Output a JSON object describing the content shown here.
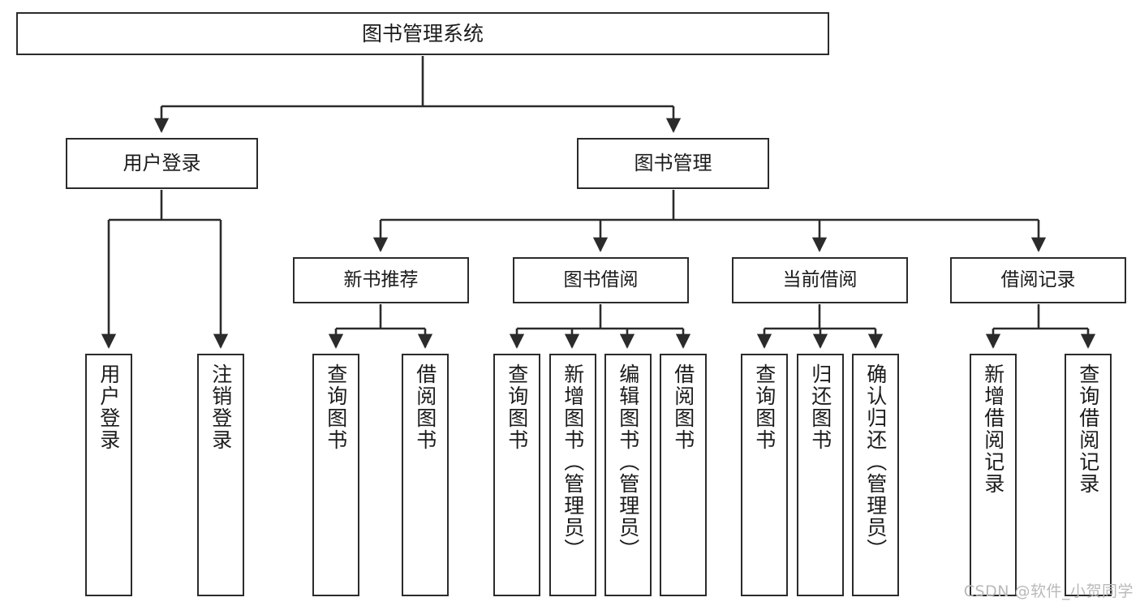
{
  "diagram": {
    "title": "图书管理系统",
    "type": "tree-hierarchy",
    "watermark": "CSDN @软件_小贺同学",
    "colors": {
      "background": "#ffffff",
      "box_border": "#2b2b2b",
      "box_fill": "#ffffff",
      "connector": "#2b2b2b",
      "text": "#1b1b1b",
      "watermark": "#b9b9b9"
    },
    "root": {
      "label": "图书管理系统"
    },
    "level2": [
      {
        "label": "用户登录"
      },
      {
        "label": "图书管理"
      }
    ],
    "level3": [
      {
        "label": "新书推荐"
      },
      {
        "label": "图书借阅"
      },
      {
        "label": "当前借阅"
      },
      {
        "label": "借阅记录"
      }
    ],
    "leaves": {
      "user_login": [
        {
          "label": "用户登录"
        },
        {
          "label": "注销登录"
        }
      ],
      "new_book_recommend": [
        {
          "label": "查询图书"
        },
        {
          "label": "借阅图书"
        }
      ],
      "book_borrow": [
        {
          "label": "查询图书"
        },
        {
          "label": "新增图书（管理员）"
        },
        {
          "label": "编辑图书（管理员）"
        },
        {
          "label": "借阅图书"
        }
      ],
      "current_borrow": [
        {
          "label": "查询图书"
        },
        {
          "label": "归还图书"
        },
        {
          "label": "确认归还（管理员）"
        }
      ],
      "borrow_record": [
        {
          "label": "新增借阅记录"
        },
        {
          "label": "查询借阅记录"
        }
      ]
    }
  }
}
